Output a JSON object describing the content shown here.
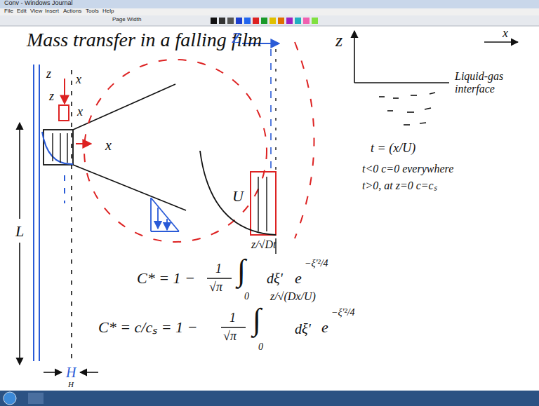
{
  "diagram": {
    "title": "Mass transfer in a falling film",
    "labels": [
      "Conv - Windows Journal",
      "File",
      "Edit",
      "View",
      "Insert",
      "Actions",
      "Tools",
      "Help",
      "Page Width",
      "L",
      "z",
      "x",
      "z",
      "x",
      "x",
      "H",
      "H",
      "Z",
      "U",
      "z",
      "x",
      "Liquid-gas interface",
      "t = (x/U)",
      "t<0 c=0 everywhere",
      "t>0, at z=0 c=cₛ",
      "C* = 1 −",
      "1",
      "√π",
      "∫",
      "z/√Dt",
      "0",
      "dξ'",
      "e",
      "−ξ'²/4",
      "C* = c/cₛ = 1 −",
      "1",
      "√π",
      "∫",
      "z/√(Dx/U)",
      "0",
      "dξ'",
      "e",
      "−ξ'²/4"
    ]
  }
}
